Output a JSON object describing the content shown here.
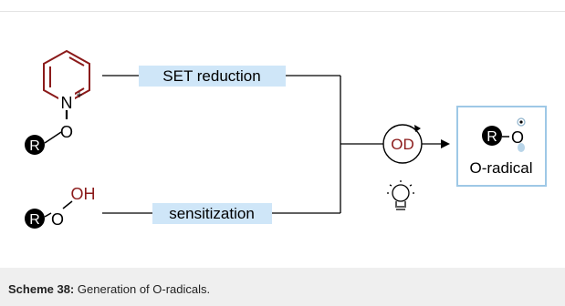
{
  "scheme": {
    "pyridinium_charge": "+",
    "n_oxide_atom_n": "N",
    "n_oxide_atom_o": "O",
    "r_group": "R",
    "set_label": "SET reduction",
    "peroxide_oh": "OH",
    "peroxide_o": "O",
    "sens_label": "sensitization",
    "catalyst_label": "OD",
    "product_r": "R",
    "product_o": "O",
    "product_label": "O-radical"
  },
  "caption": {
    "label": "Scheme 38:",
    "text": "Generation of O-radicals."
  },
  "colors": {
    "ring": "#8b1a1a",
    "highlight": "#cfe6f8",
    "product_border": "#9ec8e6",
    "radical_dot": "#8fb3cc",
    "black": "#000000"
  }
}
